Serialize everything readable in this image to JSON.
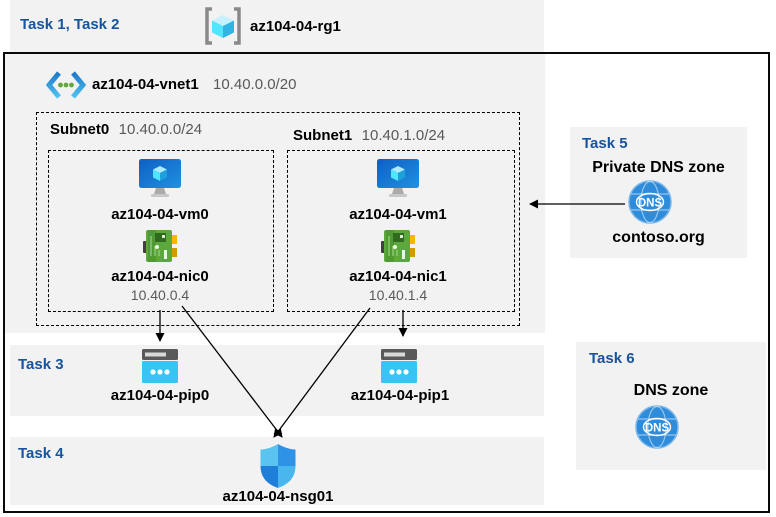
{
  "header": {
    "tasks_label": "Task 1, Task 2",
    "resource_group": "az104-04-rg1"
  },
  "vnet": {
    "name": "az104-04-vnet1",
    "cidr": "10.40.0.0/20"
  },
  "subnets": [
    {
      "name": "Subnet0",
      "cidr": "10.40.0.0/24",
      "vm": "az104-04-vm0",
      "nic": "az104-04-nic0",
      "ip": "10.40.0.4"
    },
    {
      "name": "Subnet1",
      "cidr": "10.40.1.0/24",
      "vm": "az104-04-vm1",
      "nic": "az104-04-nic1",
      "ip": "10.40.1.4"
    }
  ],
  "task3": {
    "label": "Task 3",
    "pip0": "az104-04-pip0",
    "pip1": "az104-04-pip1"
  },
  "task4": {
    "label": "Task 4",
    "nsg": "az104-04-nsg01"
  },
  "task5": {
    "label": "Task 5",
    "title": "Private DNS zone",
    "zone": "contoso.org",
    "icon_text": "DNS"
  },
  "task6": {
    "label": "Task 6",
    "title": "DNS zone",
    "icon_text": "DNS"
  },
  "colors": {
    "panel_bg": "#F2F2F2",
    "task_label_blue": "#17549B",
    "muted_text": "#595959",
    "arrow": "#000000",
    "dns_blue": "#2E8CDB",
    "pip_cyan": "#36C5F2",
    "nic_green": "#5CA83D",
    "vm_blue": "#0D5FC4",
    "cube_cyan": "#50E6FF"
  },
  "icons": {
    "resource_group": "resource-group-icon",
    "virtual_network": "virtual-network-icon",
    "virtual_machine": "vm-icon",
    "network_interface": "nic-icon",
    "public_ip": "public-ip-icon",
    "nsg": "nsg-shield-icon",
    "dns": "dns-globe-icon"
  }
}
